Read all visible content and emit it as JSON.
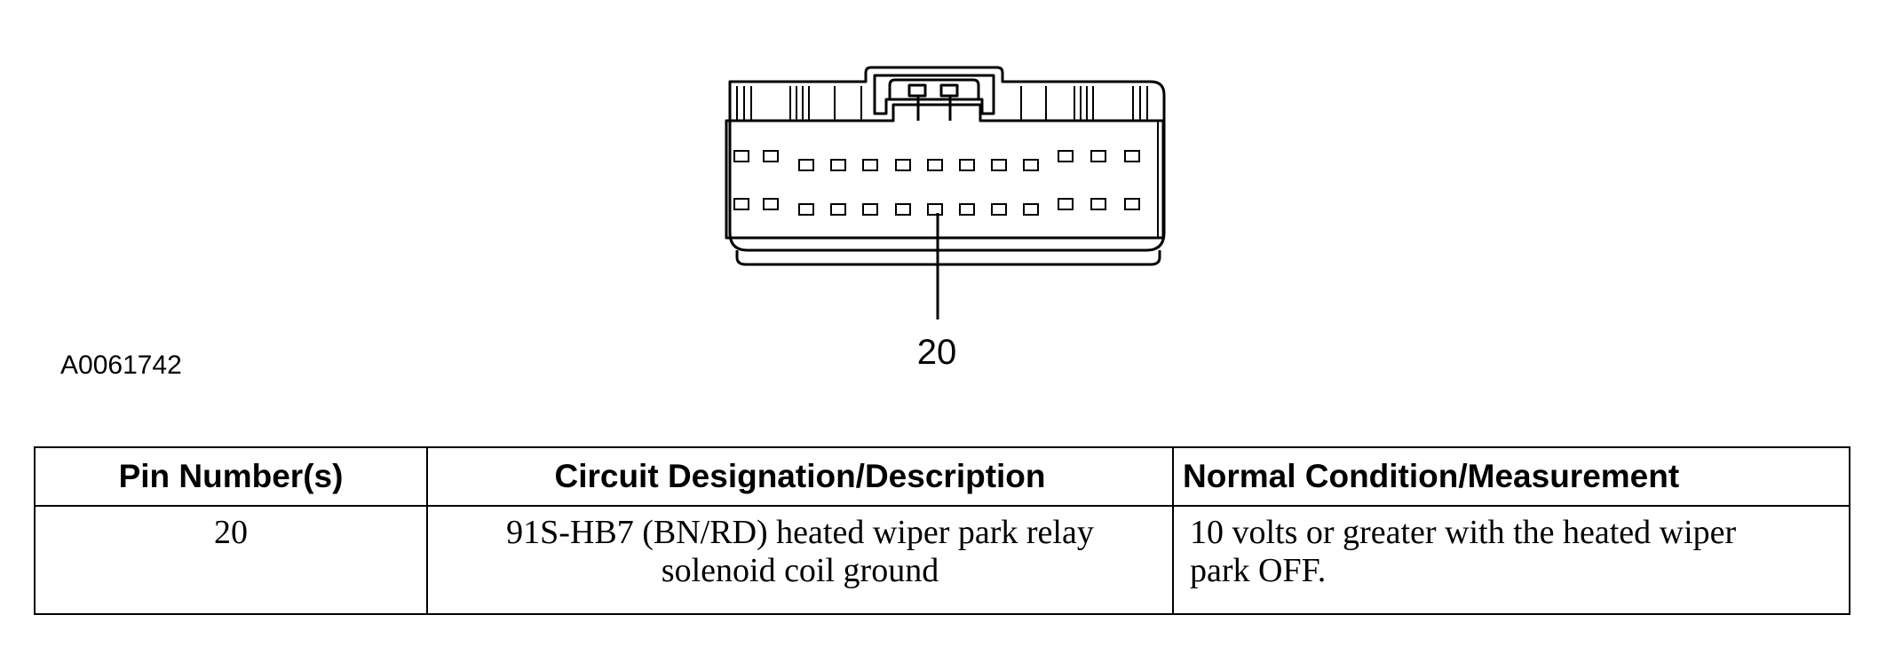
{
  "figure": {
    "id": "A0061742",
    "callout_pin": "20"
  },
  "connector": {
    "top_row_pins": 13,
    "bottom_row_pins": 13,
    "highlighted_pin_row": "bottom",
    "highlighted_pin_index": 7
  },
  "table": {
    "headers": [
      "Pin Number(s)",
      "Circuit Designation/Description",
      "Normal Condition/Measurement"
    ],
    "rows": [
      {
        "pin": "20",
        "description_line1": "91S-HB7 (BN/RD) heated wiper park relay",
        "description_line2": "solenoid coil ground",
        "condition_line1": "10 volts or greater with the heated wiper",
        "condition_line2": "park OFF."
      }
    ]
  }
}
